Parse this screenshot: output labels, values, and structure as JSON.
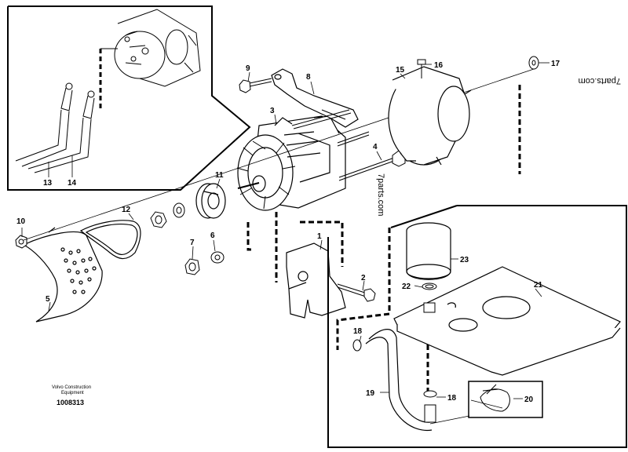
{
  "callouts": {
    "c1": "1",
    "c2": "2",
    "c3": "3",
    "c4": "4",
    "c5": "5",
    "c6": "6",
    "c7": "7",
    "c8": "8",
    "c9": "9",
    "c10": "10",
    "c11": "11",
    "c12": "12",
    "c13": "13",
    "c14": "14",
    "c15": "15",
    "c16": "16",
    "c17": "17",
    "c18a": "18",
    "c18b": "18",
    "c19": "19",
    "c20": "20",
    "c21": "21",
    "c22": "22",
    "c23": "23"
  },
  "footer": {
    "brand_line1": "Volvo Construction",
    "brand_line2": "Equipment",
    "drawing_number": "1008313"
  },
  "watermarks": {
    "top_right": "7parts.com",
    "center": "7parts.com"
  }
}
